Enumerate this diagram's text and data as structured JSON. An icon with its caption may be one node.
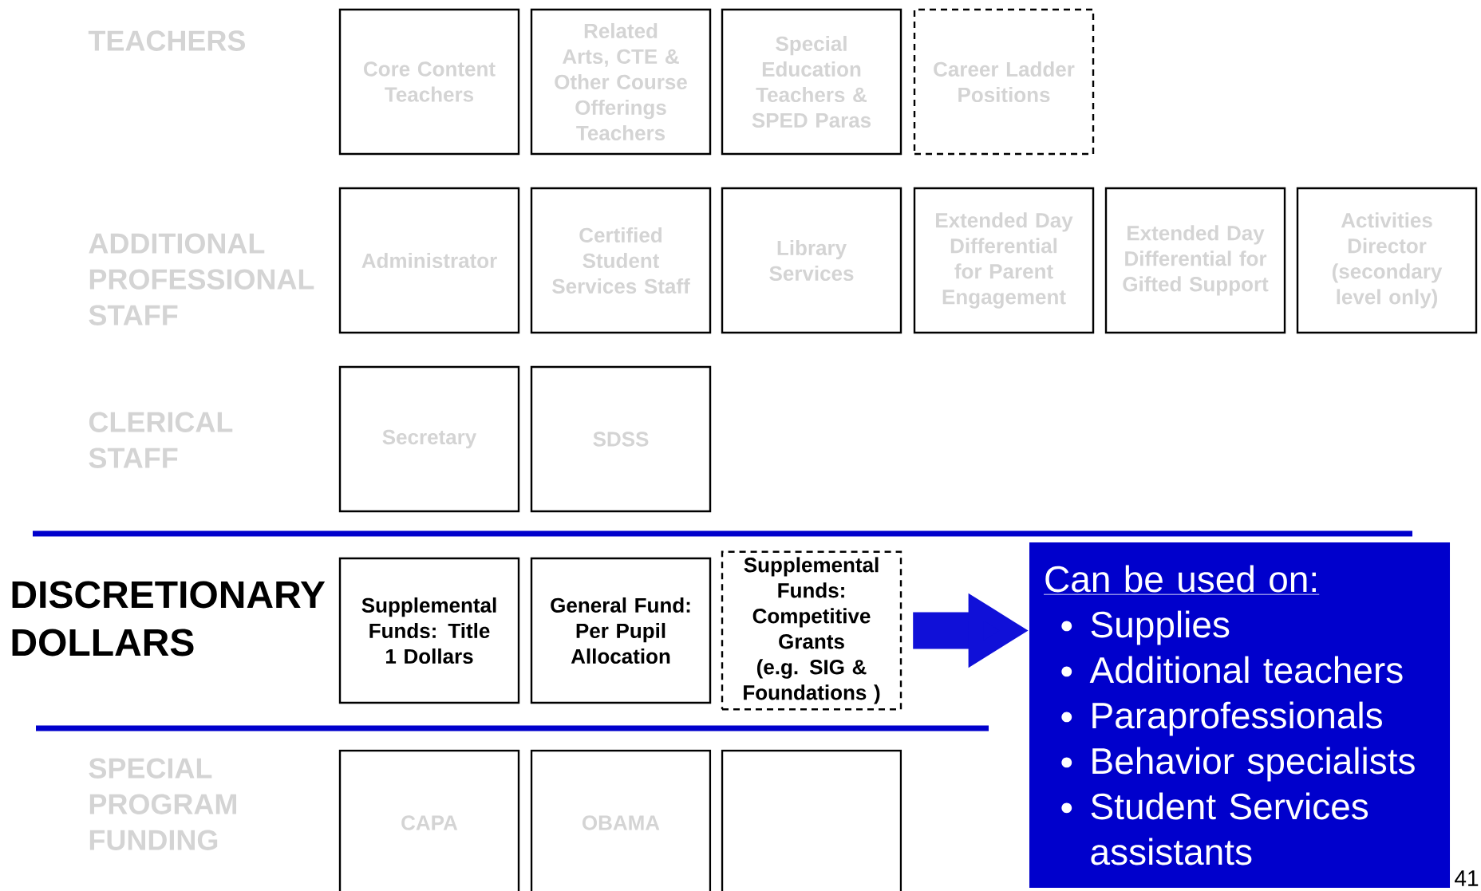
{
  "diagram": {
    "nodes": [
      {
        "text": [
          "Core Content Teachers"
        ]
      },
      {
        "text": [
          "Related Arts, CTE & Other Course Offerings Teachers"
        ]
      },
      {
        "text": [
          "Special Education Teachers & SPED Paras"
        ]
      },
      {
        "text": [
          "Career Ladder Positions"
        ]
      },
      {
        "text": [
          "Administrator"
        ]
      },
      {
        "text": [
          "Certified Student Services Staff"
        ]
      },
      {
        "text": [
          "Library Services"
        ]
      },
      {
        "text": [
          "Extended Day Differential for Parent Engagement"
        ]
      },
      {
        "text": [
          "Extended Day Differential for Gifted Support"
        ]
      },
      {
        "text": [
          "Activities Director (secondary level only)"
        ]
      },
      {
        "text": [
          "Secretary"
        ]
      },
      {
        "text": [
          "SDSS"
        ]
      },
      {
        "text": [
          "Supplemental Funds: Title 1 Dollars"
        ]
      },
      {
        "text": [
          "General Fund: Per Pupil Allocation"
        ]
      },
      {
        "text": [
          "Supplemental Funds: Competitive Grants (e.g. SIG & Foundations )"
        ]
      },
      {
        "text": [
          "Can be used on:",
          "Supplies",
          "Additional teachers",
          "Paraprofessionals",
          "Behavior specialists",
          "Student Services assistants"
        ]
      },
      {
        "text": [
          "CAPA"
        ]
      },
      {
        "text": [
          "OBAMA"
        ]
      },
      {
        "text": [],
        "shape": "box"
      }
    ],
    "edges": [
      {
        "from": 14,
        "to": 15,
        "arrow": "to"
      }
    ],
    "labels": [
      "TEACHERS",
      "ADDITIONAL PROFESSIONAL STAFF",
      "CLERICAL STAFF",
      "DISCRETIONARY DOLLARS",
      "SPECIAL PROGRAM FUNDING",
      "41"
    ]
  }
}
